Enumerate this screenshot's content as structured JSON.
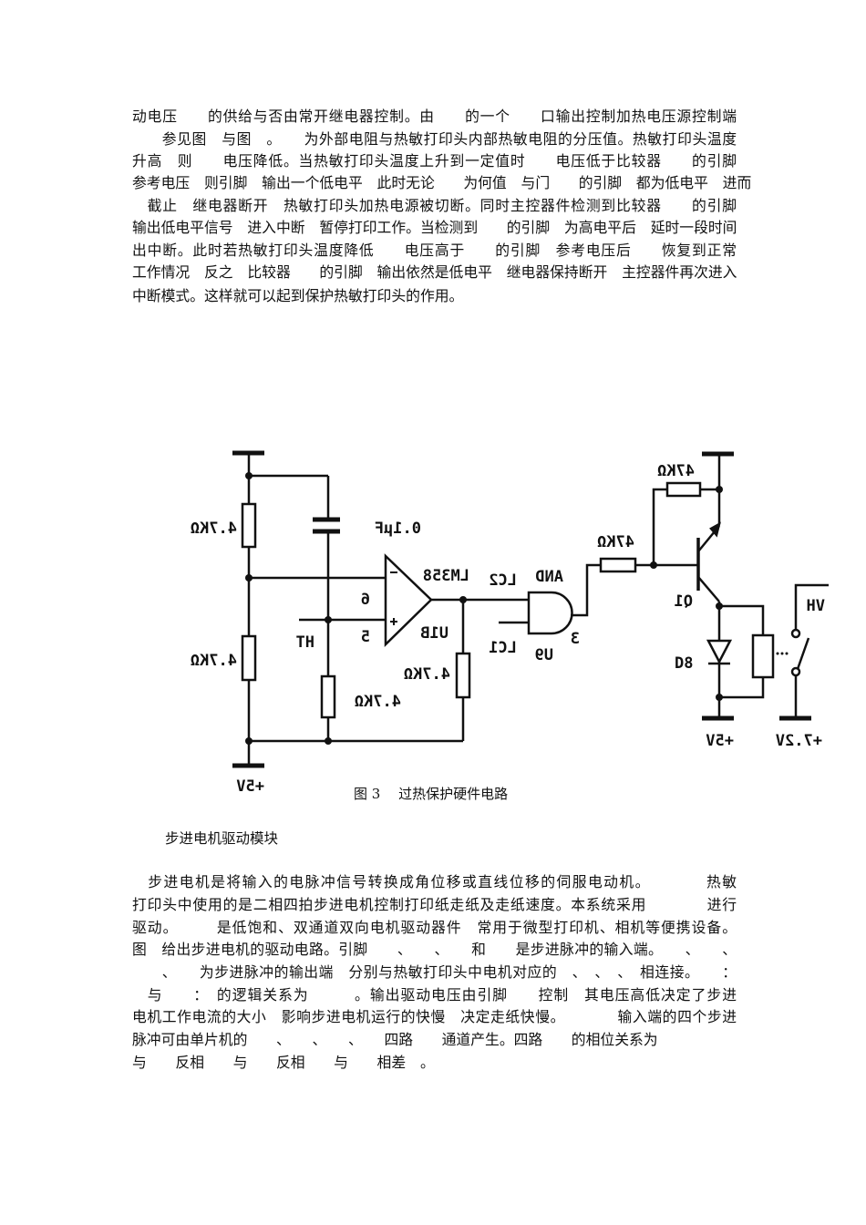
{
  "paragraph1": [
    "动电压　　的供给与否由常开继电器控制。由　　的一个　　口输出控制加热电压源控制端",
    "　　参见图　与图　。　　为外部电阻与热敏打印头内部热敏电阻的分压值。热敏打印头温度",
    "升高　则　　电压降低。当热敏打印头温度上升到一定值时　　电压低于比较器　　的引脚",
    "参考电压　则引脚　输出一个低电平　此时无论　　为何值　与门　　的引脚　都为低电平　进而",
    "　截止　继电器断开　热敏打印头加热电源被切断。同时主控器件检测到比较器　　的引脚",
    "输出低电平信号　进入中断　暂停打印工作。当检测到　　的引脚　为高电平后　延时一段时间",
    "出中断。此时若热敏打印头温度降低　　电压高于　　的引脚　参考电压后　　恢复到正常",
    "工作情况　反之　比较器　　的引脚　输出依然是低电平　继电器保持断开　主控器件再次进入",
    "中断模式。这样就可以起到保护热敏打印头的作用。"
  ],
  "figure": {
    "caption": "图 3　 过热保护硬件电路",
    "labels": {
      "r1": "4.7KΩ",
      "r2": "4.7KΩ",
      "r3": "4.7KΩ",
      "r4": "4.7KΩ",
      "r5": "47KΩ",
      "r6": "47KΩ",
      "cap": "0.1μF",
      "opamp": "LM358",
      "pin_minus": "6",
      "pin_plus": "5",
      "opamp_ref": "U1B",
      "ht": "HT",
      "lc2": "LC2",
      "and": "AND",
      "lc1": "LC1",
      "gate_ref": "U9",
      "pin_out": "3",
      "transistor": "Q1",
      "diode": "D8",
      "v5_left": "+5V",
      "v5_right": "+5V",
      "v72": "+7.2V",
      "vh": "VH"
    }
  },
  "section_heading": "步进电机驱动模块",
  "paragraph2": [
    "　步进电机是将输入的电脉冲信号转换成角位移或直线位移的伺服电动机。　　　　热敏",
    "打印头中使用的是二相四拍步进电机控制打印纸走纸及走纸速度。本系统采用　　　　进行",
    "驱动。　　　是低饱和、双通道双向电机驱动器件　常用于微型打印机、相机等便携设备。",
    "图　给出步进电机的驱动电路。引脚　　、　　、　　和　　是步进脉冲的输入端。　　、　　、",
    "　　、　　为步进脉冲的输出端　分别与热敏打印头中电机对应的　、　、　、　相连接。　　：",
    "　与　　：　的逻辑关系为　　　。输出驱动电压由引脚　　控制　其电压高低决定了步进",
    "电机工作电流的大小　影响步进电机运行的快慢　决定走纸快慢。　　　　输入端的四个步进",
    "脉冲可由单片机的　　、　　、　　、　　四路　　通道产生。四路　　的相位关系为",
    "与　　反相　　与　　反相　　与　　相差　。"
  ]
}
